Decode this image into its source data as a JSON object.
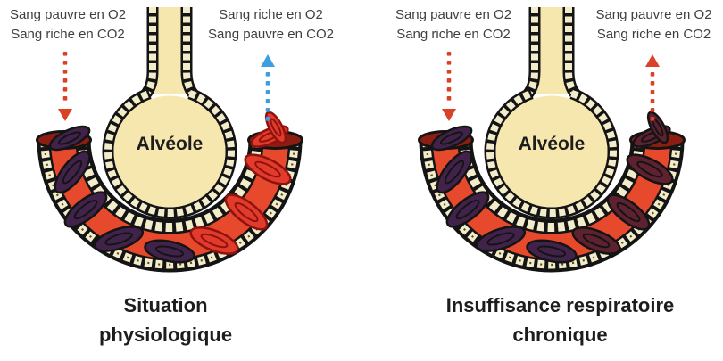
{
  "colors": {
    "background": "#ffffff",
    "outline": "#141414",
    "alveolus_cream": "#f6e7ae",
    "bead_cream": "#f2ecca",
    "bead_nucleus": "#55491e",
    "vessel_red": "#e7492c",
    "vessel_lumen_dark": "#8c1d12",
    "cell_purple": "#41224a",
    "cell_maroon": "#5e2130",
    "cell_red": "#e23b2b",
    "cell_red_stroke": "#8e130e",
    "arrow_red": "#da4127",
    "arrow_blue": "#3d9fe0",
    "label_text": "#3f3f3f",
    "caption_text": "#1d1d1d"
  },
  "panels": [
    {
      "id": "physiological",
      "label_left": {
        "line1": "Sang pauvre en O2",
        "line2": "Sang riche en CO2"
      },
      "label_right": {
        "line1": "Sang riche en O2",
        "line2": "Sang pauvre en CO2"
      },
      "arrow_left": {
        "direction": "down",
        "color": "#da4127"
      },
      "arrow_right": {
        "direction": "up",
        "color": "#3d9fe0"
      },
      "alveolus_label": "Alvéole",
      "cells_left": {
        "state": "deoxygenated",
        "fill": "#41224a",
        "stroke": "#141414"
      },
      "cells_right": {
        "state": "oxygenated",
        "fill": "#e23b2b",
        "stroke": "#8e130e"
      },
      "caption": {
        "line1": "Situation",
        "line2": "physiologique"
      }
    },
    {
      "id": "chronic-respiratory-insufficiency",
      "label_left": {
        "line1": "Sang pauvre en O2",
        "line2": "Sang riche en CO2"
      },
      "label_right": {
        "line1": "Sang pauvre en O2",
        "line2": "Sang riche en CO2"
      },
      "arrow_left": {
        "direction": "down",
        "color": "#da4127"
      },
      "arrow_right": {
        "direction": "up",
        "color": "#da4127"
      },
      "alveolus_label": "Alvéole",
      "cells_left": {
        "state": "deoxygenated",
        "fill": "#41224a",
        "stroke": "#141414"
      },
      "cells_right": {
        "state": "deoxygenated",
        "fill": "#5e2130",
        "stroke": "#141414"
      },
      "caption": {
        "line1": "Insuffisance respiratoire",
        "line2": "chronique"
      }
    }
  ]
}
